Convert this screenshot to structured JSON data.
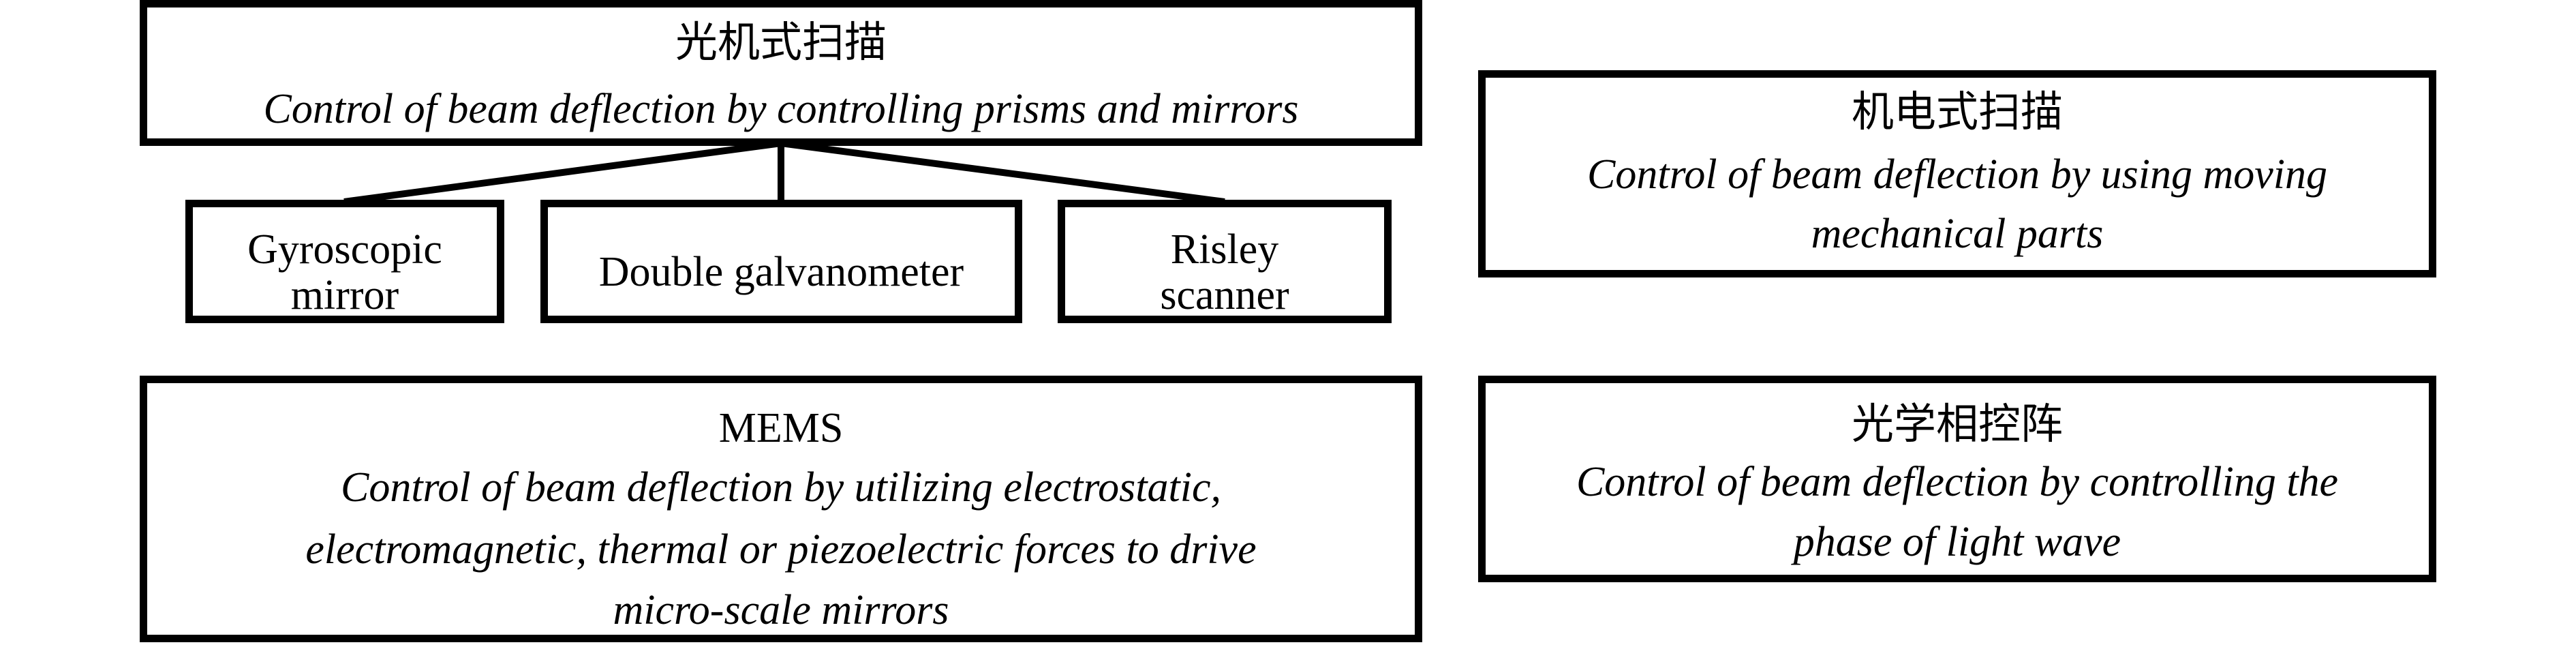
{
  "diagram": {
    "optomechanical": {
      "title": "光机式扫描",
      "description": "Control of beam deflection by controlling prisms and mirrors",
      "children": [
        {
          "lines": [
            "Gyroscopic",
            "mirror"
          ]
        },
        {
          "lines": [
            "Double galvanometer"
          ]
        },
        {
          "lines": [
            "Risley",
            "scanner"
          ]
        }
      ]
    },
    "electromechanical": {
      "title": "机电式扫描",
      "description_lines": [
        "Control of beam deflection by using moving",
        "mechanical parts"
      ]
    },
    "mems": {
      "title": "MEMS",
      "description_lines": [
        "Control of beam deflection by utilizing electrostatic,",
        "electromagnetic, thermal or piezoelectric forces to drive",
        "micro-scale mirrors"
      ]
    },
    "optical_phased_array": {
      "title": "光学相控阵",
      "description_lines": [
        "Control of beam deflection by controlling the",
        "phase of light wave"
      ]
    }
  }
}
